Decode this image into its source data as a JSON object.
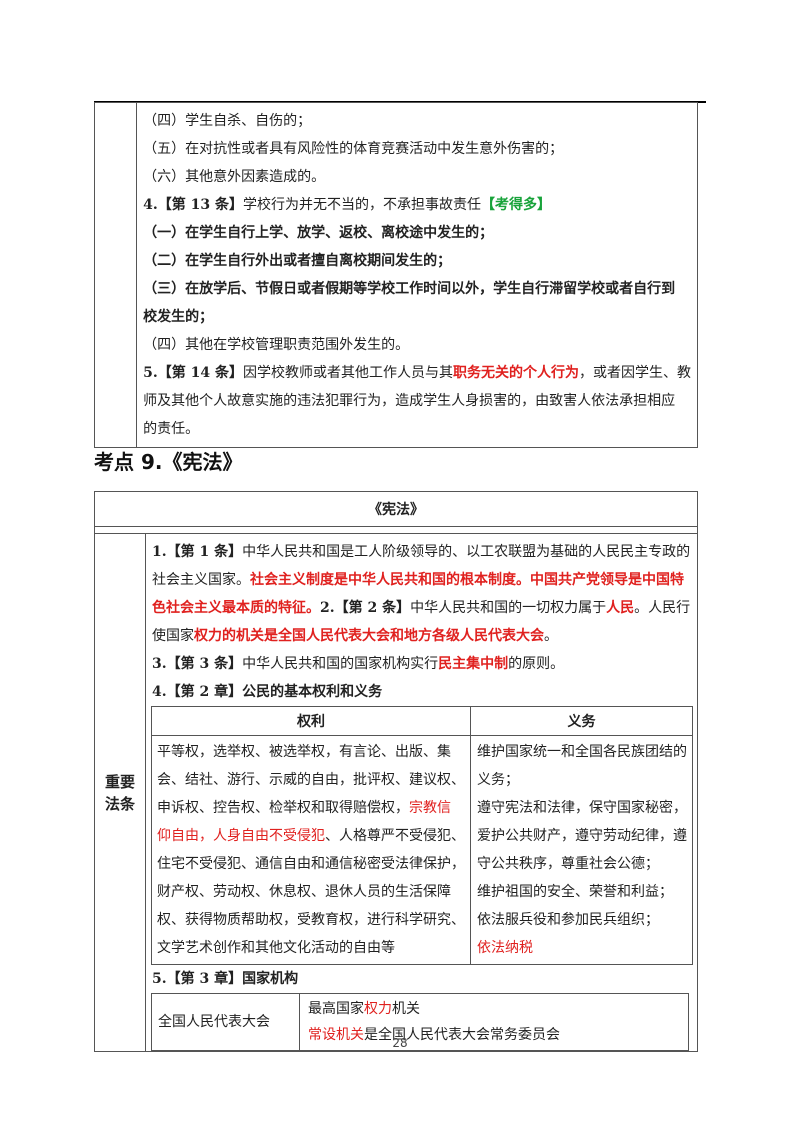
{
  "t1": {
    "lines": [
      "（四）学生自杀、自伤的；",
      "（五）在对抗性或者具有风险性的体育竞赛活动中发生意外伤害的；",
      "（六）其他意外因素造成的。"
    ],
    "a13_prefix": "4.【第 13 条】",
    "a13_text": "学校行为并无不当的，不承担事故责任",
    "a13_tag": "【考得多】",
    "bold_lines": [
      "（一）在学生自行上学、放学、返校、离校途中发生的；",
      "（二）在学生自行外出或者擅自离校期间发生的；",
      "（三）在放学后、节假日或者假期等学校工作时间以外，学生自行滞留学校或者自行到",
      "校发生的；"
    ],
    "line_4": "（四）其他在学校管理职责范围外发生的。",
    "a14_prefix": "5.【第 14 条】",
    "a14_text1": "因学校教师或者其他工作人员与其",
    "a14_red": "职务无关的个人行为",
    "a14_text2": "，或者因学生、教",
    "a14_line2": "师及其他个人故意实施的违法犯罪行为，造成学生人身损害的，由致害人依法承担相应",
    "a14_line3": "的责任。"
  },
  "heading": "考点 9.《宪法》",
  "t2": {
    "title": "《宪法》",
    "label_1": "重要",
    "label_2": "法条",
    "a1_prefix": "1.【第 1 条】",
    "a1_text": "中华人民共和国是工人阶级领导的、以工农联盟为基础的人民民主专政的",
    "a1_line2_a": "社会主义国家。",
    "a1_line2_red": "社会主义制度是中华人民共和国的根本制度。中国共产党领导是中国特",
    "a1_line3_red": "色社会主义最本质的特征。",
    "a2_prefix": "2.【第 2 条】",
    "a2_text": "中华人民共和国的一切权力属于",
    "a2_red": "人民",
    "a2_text2": "。人民行",
    "a2_line2_a": "使国家",
    "a2_line2_red": "权力的机关是全国人民代表大会和地方各级人民代表大会",
    "a2_line2_b": "。",
    "a3_prefix": "3.【第 3 条】",
    "a3_text": "中华人民共和国的国家机构实行",
    "a3_red": "民主集中制",
    "a3_text2": "的原则。",
    "ch2": "4.【第 2 章】公民的基本权利和义务",
    "col_rights": "权利",
    "col_duties": "义务",
    "rights_l1": "平等权，选举权、被选举权，有言论、出版、集",
    "rights_l2": "会、结社、游行、示威的自由，批评权、建议权、",
    "rights_l3_a": "申诉权、控告权、检举权和取得赔偿权，",
    "rights_l3_red": "宗教信",
    "rights_l4_red": "仰自由，人身自由不受侵犯",
    "rights_l4_b": "、人格尊严不受侵犯、",
    "rights_l5": "住宅不受侵犯、通信自由和通信秘密受法律保护，",
    "rights_l6": "财产权、劳动权、休息权、退休人员的生活保障",
    "rights_l7": "权、获得物质帮助权，受教育权，进行科学研究、",
    "rights_l8": "文学艺术创作和其他文化活动的自由等",
    "duties_l1": "维护国家统一和全国各民族团结的",
    "duties_l2": "义务；",
    "duties_l3": "遵守宪法和法律，保守国家秘密，",
    "duties_l4": "爱护公共财产，遵守劳动纪律，遵",
    "duties_l5": "守公共秩序，尊重社会公德；",
    "duties_l6": "维护祖国的安全、荣誉和利益；",
    "duties_l7": "依法服兵役和参加民兵组织；",
    "duties_l8_red": "依法纳税",
    "ch3": "5.【第 3 章】国家机构",
    "npc": "全国人民代表大会",
    "npc_l1_a": "最高国家",
    "npc_l1_red": "权力",
    "npc_l1_b": "机关",
    "npc_l2_red": "常设机关",
    "npc_l2_b": "是全国人民代表大会常务委员会"
  },
  "page_number": "28"
}
